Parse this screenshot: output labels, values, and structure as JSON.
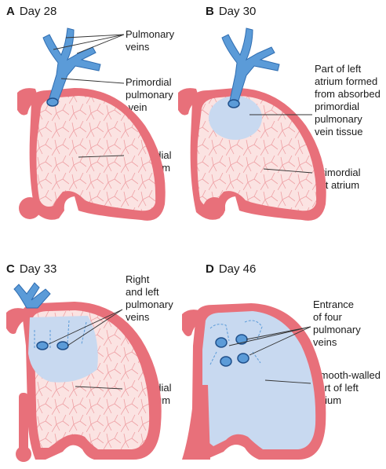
{
  "colors": {
    "wall": "#e8707a",
    "wall_dark": "#d9505c",
    "interior": "#fbe3e2",
    "trabeculae": "#f2a3a6",
    "vein_blue": "#5b9bd8",
    "vein_dark": "#2f6db1",
    "smooth_blue": "#c8d9f0",
    "leader": "#333333"
  },
  "panels": [
    {
      "letter": "A",
      "title": "Day 28",
      "labels": [
        "Pulmonary veins",
        "Primordial pulmonary vein",
        "Primordial left atrium"
      ],
      "label_lines": [
        [
          "Pulmonary",
          "veins"
        ],
        [
          "Primordial",
          "pulmonary",
          " vein"
        ],
        [
          "Primordial",
          "left atrium"
        ]
      ]
    },
    {
      "letter": "B",
      "title": "Day 30",
      "label_lines": [
        [
          "Part of left",
          "atrium formed",
          "from absorbed",
          "primordial",
          "pulmonary",
          "vein tissue"
        ],
        [
          "Primordial",
          "left atrium"
        ]
      ]
    },
    {
      "letter": "C",
      "title": "Day 33",
      "label_lines": [
        [
          "Right",
          "and left",
          "pulmonary",
          "veins"
        ],
        [
          "Primordial",
          "left atrium"
        ]
      ]
    },
    {
      "letter": "D",
      "title": "Day 46",
      "label_lines": [
        [
          "Entrance",
          "of four",
          "pulmonary",
          "veins"
        ],
        [
          "Smooth-walled",
          "part of left",
          "atrium"
        ]
      ]
    }
  ]
}
